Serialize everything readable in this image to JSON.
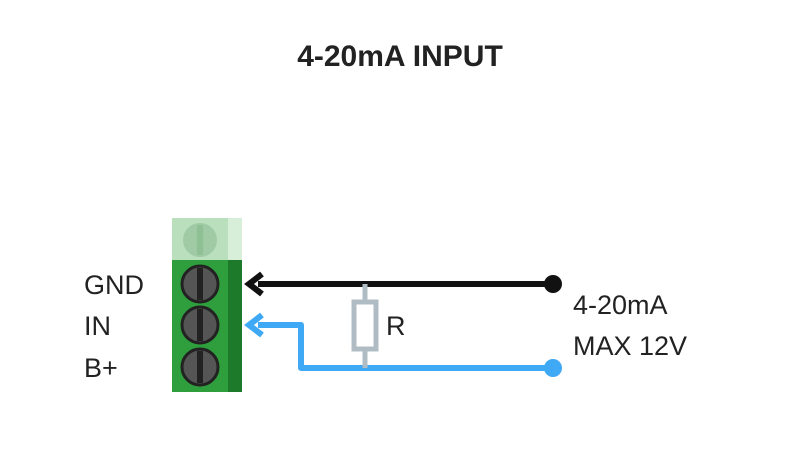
{
  "title": "4-20mA INPUT",
  "terminal_labels": {
    "gnd": "GND",
    "in": "IN",
    "bplus": "B+"
  },
  "resistor_label": "R",
  "source_label": {
    "line1": "4-20mA",
    "line2": "MAX 12V"
  },
  "colors": {
    "terminal_block": "#2f9e3c",
    "terminal_block_dark": "#1d7a2b",
    "terminal_block_faded": "#b5ddb8",
    "screw": "#555555",
    "gnd_wire": "#111111",
    "signal_wire": "#3fa9f5",
    "resistor": "#b0bcc4"
  }
}
